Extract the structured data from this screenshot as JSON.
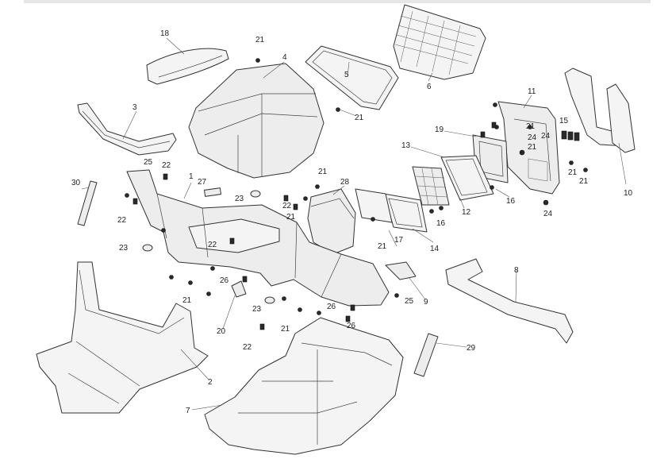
{
  "callouts": [
    {
      "label": "18"
    },
    {
      "label": "21"
    },
    {
      "label": "4"
    },
    {
      "label": "5"
    },
    {
      "label": "6"
    },
    {
      "label": "3"
    },
    {
      "label": "21"
    },
    {
      "label": "11"
    },
    {
      "label": "19"
    },
    {
      "label": "21"
    },
    {
      "label": "24"
    },
    {
      "label": "15"
    },
    {
      "label": "21"
    },
    {
      "label": "24"
    },
    {
      "label": "13"
    },
    {
      "label": "25"
    },
    {
      "label": "22"
    },
    {
      "label": "1"
    },
    {
      "label": "27"
    },
    {
      "label": "21"
    },
    {
      "label": "28"
    },
    {
      "label": "21"
    },
    {
      "label": "30"
    },
    {
      "label": "23"
    },
    {
      "label": "22"
    },
    {
      "label": "22"
    },
    {
      "label": "16"
    },
    {
      "label": "12"
    },
    {
      "label": "24"
    },
    {
      "label": "10"
    },
    {
      "label": "21"
    },
    {
      "label": "21"
    },
    {
      "label": "16"
    },
    {
      "label": "17"
    },
    {
      "label": "22"
    },
    {
      "label": "23"
    },
    {
      "label": "21"
    },
    {
      "label": "14"
    },
    {
      "label": "26"
    },
    {
      "label": "8"
    },
    {
      "label": "21"
    },
    {
      "label": "25"
    },
    {
      "label": "9"
    },
    {
      "label": "23"
    },
    {
      "label": "26"
    },
    {
      "label": "20"
    },
    {
      "label": "21"
    },
    {
      "label": "26"
    },
    {
      "label": "22"
    },
    {
      "label": "29"
    },
    {
      "label": "2"
    },
    {
      "label": "7"
    }
  ]
}
